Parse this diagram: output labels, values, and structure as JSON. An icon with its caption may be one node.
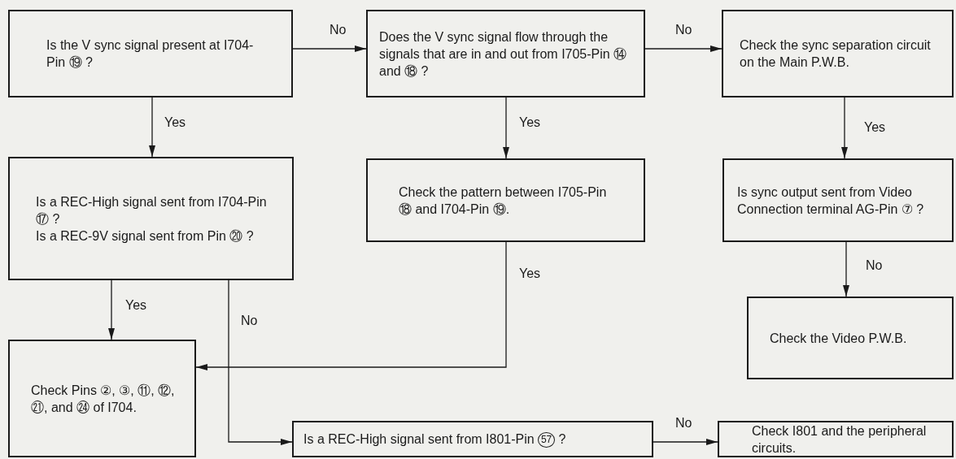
{
  "diagram": {
    "nodes": [
      {
        "text": [
          "Is the V sync signal present at I704-Pin ⑲ ?"
        ]
      },
      {
        "text": [
          "Does the V sync signal flow through the signals that are in and out from I705-Pin ⑭ and ⑱ ?"
        ]
      },
      {
        "text": [
          "Check the sync separation circuit on the Main P.W.B."
        ]
      },
      {
        "text": [
          "Is a REC-High signal sent from I704-Pin ⑰ ?",
          "Is a REC-9V signal sent from Pin ⑳ ?"
        ]
      },
      {
        "text": [
          "Check the pattern between I705-Pin ⑱ and I704-Pin ⑲."
        ]
      },
      {
        "text": [
          "Is sync output sent from Video Connection terminal AG-Pin ⑦ ?"
        ]
      },
      {
        "text": [
          "Check the Video P.W.B."
        ]
      },
      {
        "text": [
          "Check Pins ②, ③, ⑪, ⑫, ㉑, and ㉔ of I704."
        ]
      },
      {
        "text": [
          "Is a REC-High signal sent from I801-Pin 57⃝ ?"
        ]
      },
      {
        "text": [
          "Check I801 and the peripheral circuits."
        ]
      }
    ],
    "edges": [
      {
        "from": 0,
        "to": 1,
        "arrow": "to",
        "label": "No"
      },
      {
        "from": 1,
        "to": 2,
        "arrow": "to",
        "label": "No"
      },
      {
        "from": 0,
        "to": 3,
        "arrow": "to",
        "label": "Yes"
      },
      {
        "from": 1,
        "to": 4,
        "arrow": "to",
        "label": "Yes"
      },
      {
        "from": 2,
        "to": 5,
        "arrow": "to",
        "label": "Yes"
      },
      {
        "from": 5,
        "to": 6,
        "arrow": "to",
        "label": "No"
      },
      {
        "from": 3,
        "to": 7,
        "arrow": "to",
        "label": "Yes"
      },
      {
        "from": 4,
        "to": 7,
        "arrow": "to",
        "label": "Yes"
      },
      {
        "from": 3,
        "to": 8,
        "arrow": "to",
        "label": "No"
      },
      {
        "from": 8,
        "to": 9,
        "arrow": "to",
        "label": "No"
      }
    ]
  }
}
